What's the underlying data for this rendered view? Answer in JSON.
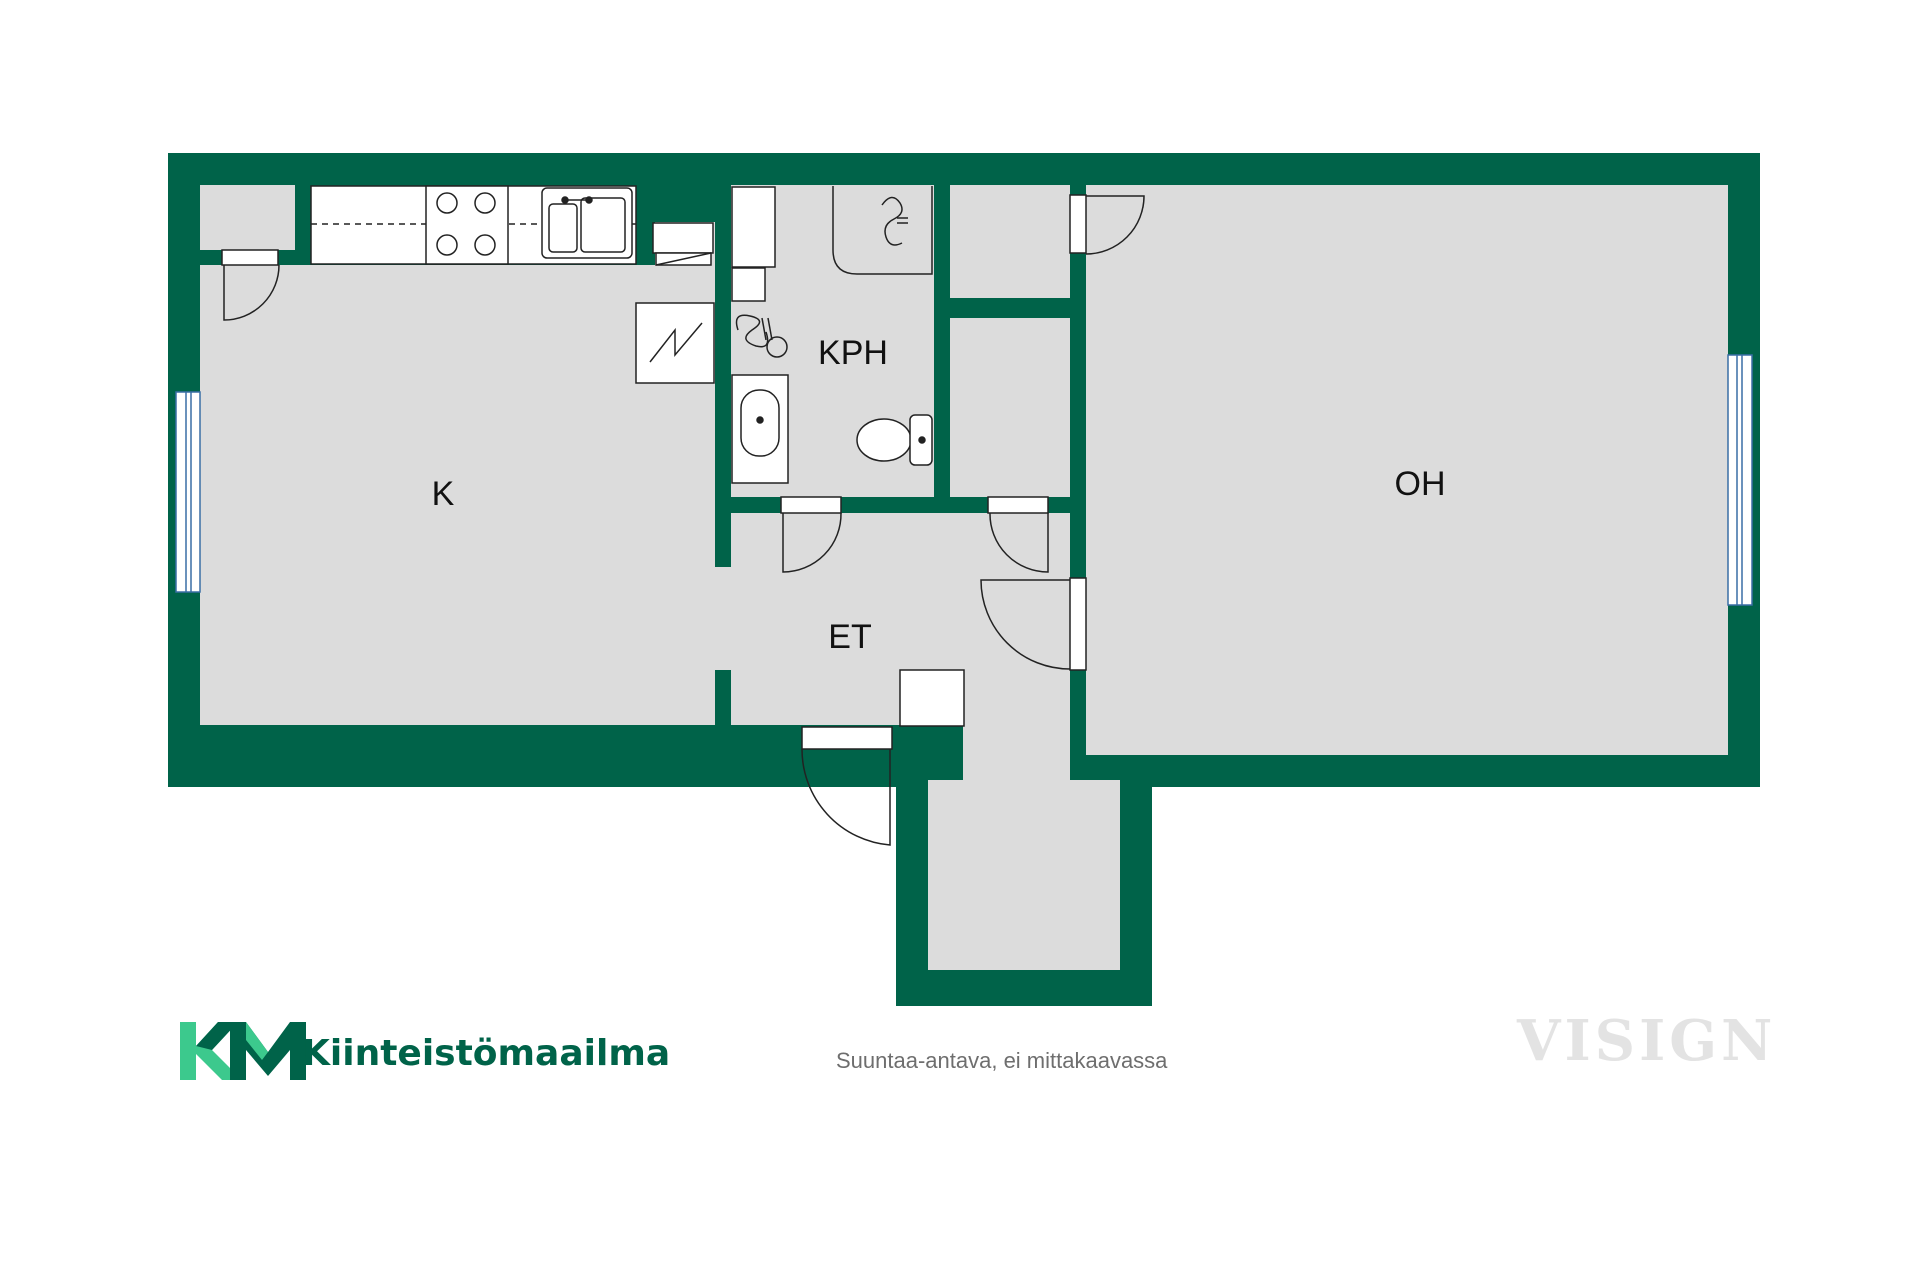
{
  "colors": {
    "wall": "#006349",
    "floor": "#dcdcdc",
    "fixture_stroke": "#222222",
    "brand_dark": "#006349",
    "brand_light": "#3cc98d",
    "caption": "#6e6e6e",
    "watermark": "#e3e3e3"
  },
  "rooms": {
    "kitchen": "K",
    "bathroom": "KPH",
    "hall": "ET",
    "living_room": "OH"
  },
  "brand": {
    "logo_mark": "KM",
    "name": "Kiinteistömaailma"
  },
  "caption": "Suuntaa-antava, ei mittakaavassa",
  "watermark": "VISIGN",
  "icons": [
    "km-logo-icon",
    "stove-icon",
    "sink-icon",
    "toilet-icon",
    "bathtub-icon",
    "washbasin-icon",
    "shower-icon",
    "electric-panel-icon",
    "door-swing-icon",
    "window-icon"
  ]
}
